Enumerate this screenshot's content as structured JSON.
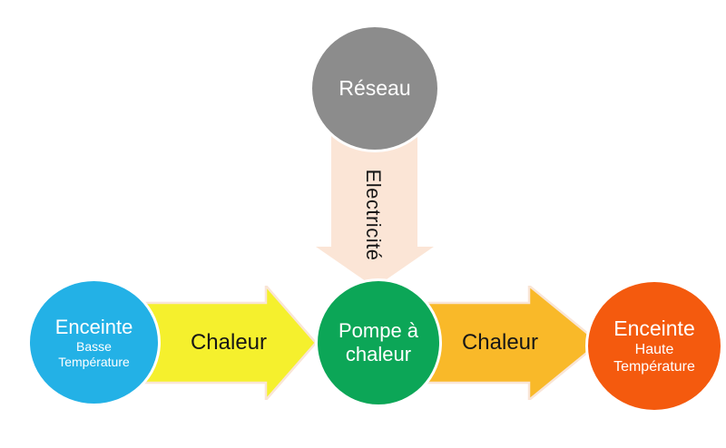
{
  "nodes": {
    "reseau": {
      "label": "Réseau",
      "color": "#8c8c8c"
    },
    "enceinte_basse": {
      "line1": "Enceinte",
      "line2": "Basse",
      "line3": "Température",
      "color": "#23b1e6"
    },
    "pompe": {
      "line1": "Pompe à",
      "line2": "chaleur",
      "color": "#0ca657"
    },
    "enceinte_haute": {
      "line1": "Enceinte",
      "line2": "Haute",
      "line3": "Température",
      "color": "#f45a0e"
    }
  },
  "arrows": {
    "electricite": {
      "label": "Electricité",
      "color": "#fbe5d6"
    },
    "chaleur_left": {
      "label": "Chaleur",
      "color": "#f5f02d"
    },
    "chaleur_right": {
      "label": "Chaleur",
      "color": "#f9b929"
    },
    "outline_color": "#f9e5d6"
  },
  "text": {
    "node_label_color": "#ffffff",
    "arrow_label_color": "#161616"
  }
}
